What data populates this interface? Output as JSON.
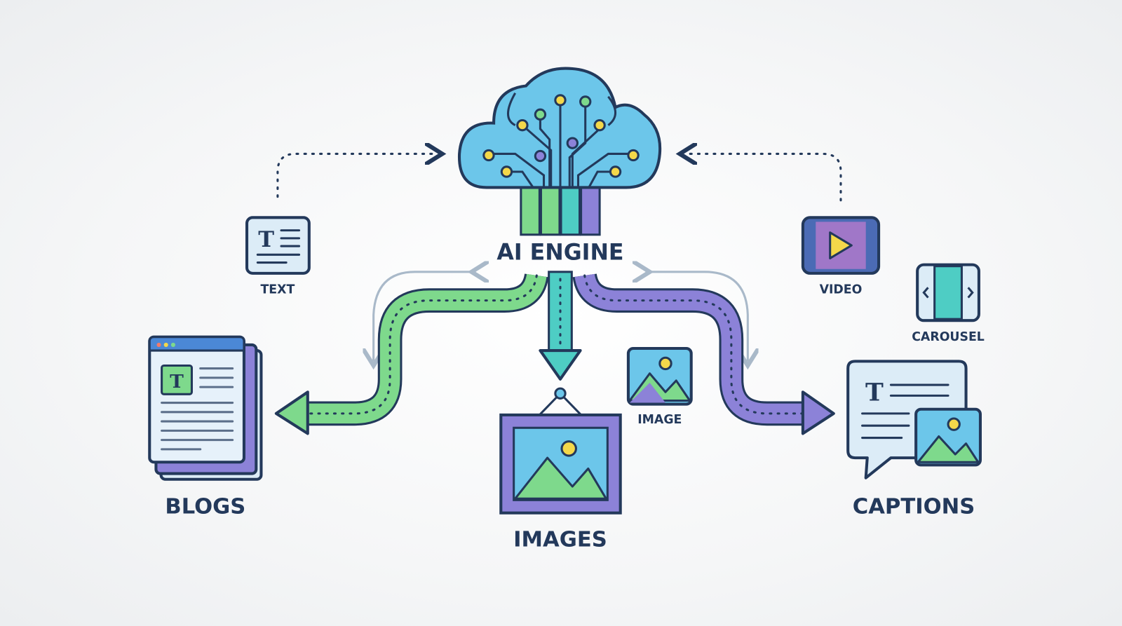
{
  "engine": {
    "label": "AI ENGINE"
  },
  "inputs": {
    "text": {
      "label": "TEXT",
      "icon": "text-document-icon"
    },
    "video": {
      "label": "VIDEO",
      "icon": "video-play-icon"
    },
    "carousel": {
      "label": "CAROUSEL",
      "icon": "carousel-icon"
    },
    "image": {
      "label": "IMAGE",
      "icon": "image-icon"
    }
  },
  "outputs": {
    "blogs": {
      "label": "BLOGS",
      "icon": "blog-pages-icon"
    },
    "images": {
      "label": "IMAGES",
      "icon": "framed-picture-icon"
    },
    "captions": {
      "label": "CAPTIONS",
      "icon": "caption-bubble-icon"
    }
  },
  "colors": {
    "outline": "#23395b",
    "cloud": "#6cc6ea",
    "green": "#7ed98c",
    "purple": "#8c82d8",
    "teal": "#4ecdc4",
    "yellow": "#f4d84a",
    "gray_arrow": "#a9b9c9"
  }
}
